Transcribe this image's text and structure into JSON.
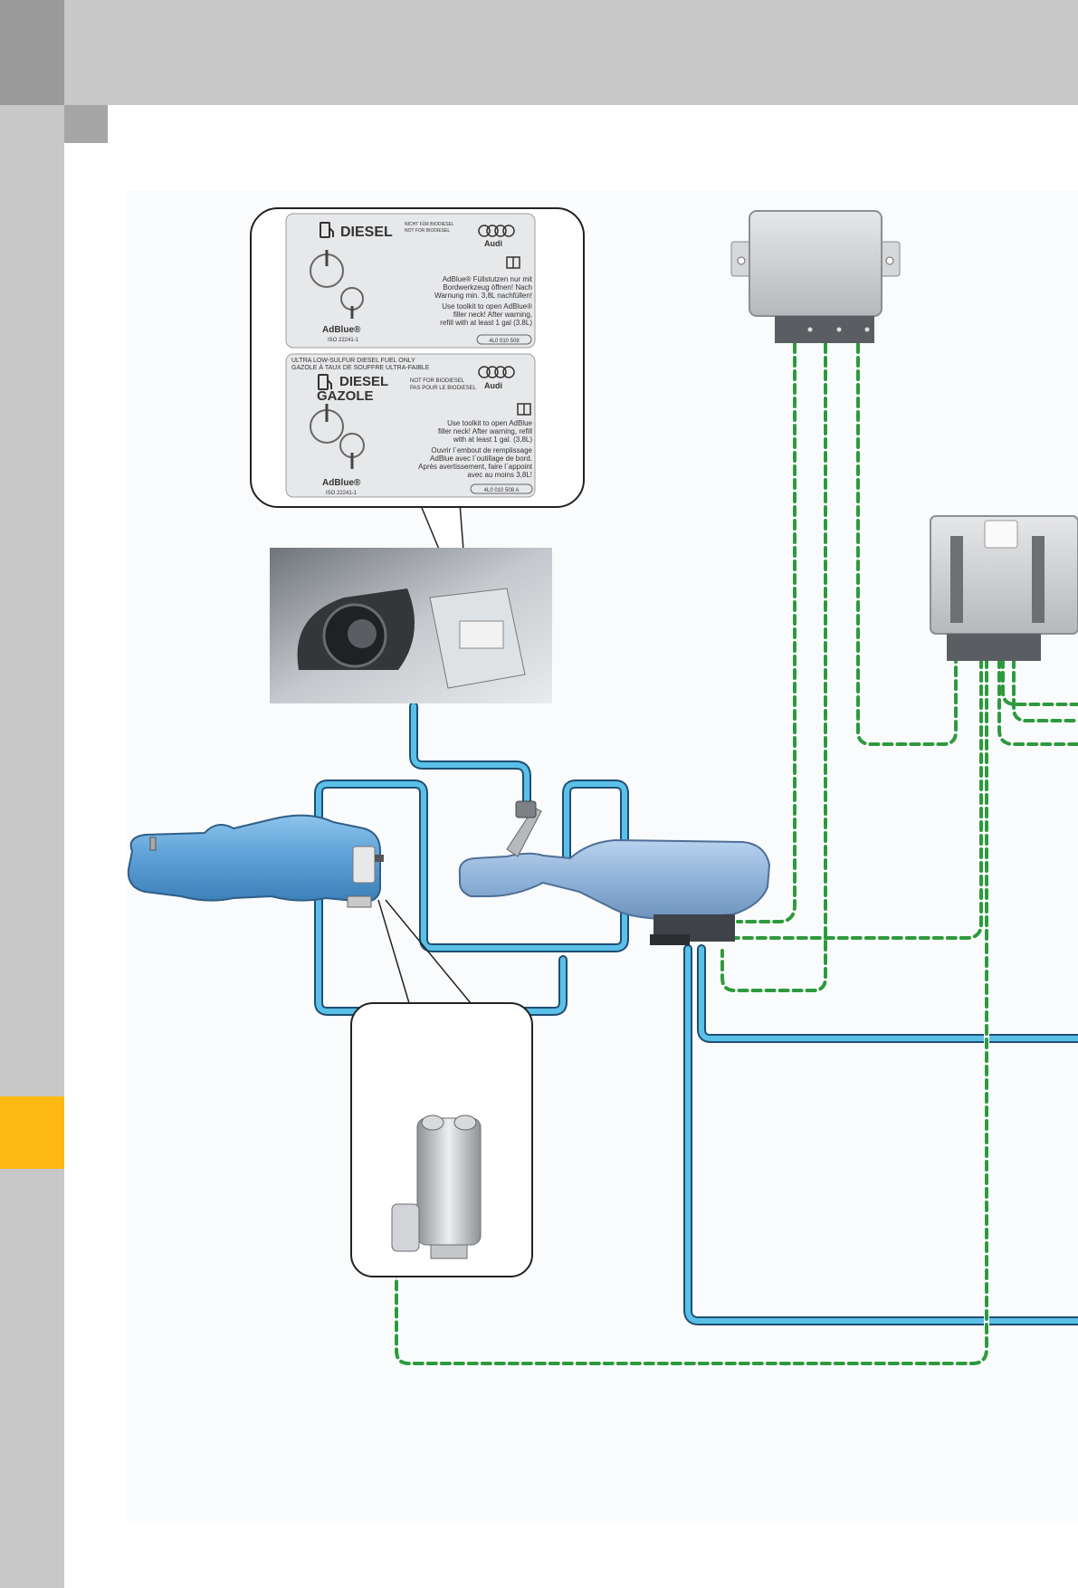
{
  "colors": {
    "side_bar": "#c8c8c8",
    "top_bar": "#c8c8c8",
    "corner_block": "#9a9a9a",
    "accent_tab": "#fdb813",
    "fluid_line": "#5bc0e8",
    "signal_line": "#2e9a3e",
    "tank_blue": "#5b9fd6",
    "reservoir_blue": "#8fb3d9"
  },
  "label_top": {
    "diesel": "DIESEL",
    "note_line1": "NICHT FÜR BIODIESEL",
    "note_line2": "NOT FOR BIODIESEL",
    "brand": "Audi",
    "text_line1": "AdBlue® Füllstutzen nur mit",
    "text_line2": "Bordwerkzeug öffnen! Nach",
    "text_line3": "Warnung min. 3,8L nachfüllen!",
    "text_line4": "Use toolkit to open AdBlue®",
    "text_line5": "filler neck! After warning,",
    "text_line6": "refill with at least 1 gal (3.8L)",
    "adblue": "AdBlue®",
    "iso": "ISO 22241-1",
    "part_number": "4L0 010 508"
  },
  "label_bottom": {
    "header_line1": "ULTRA LOW-SULFUR DIESEL FUEL ONLY",
    "header_line2": "GAZOLE À TAUX DE SOUFFRE ULTRA-FAIBLE",
    "diesel": "DIESEL",
    "gazole": "GAZOLE",
    "note_line1": "NOT FOR BIODIESEL",
    "note_line2": "PAS POUR LE BIODIESEL",
    "brand": "Audi",
    "text_line1": "Use toolkit to open AdBlue",
    "text_line2": "filler neck! After warning, refill",
    "text_line3": "with at least 1 gal. (3,8L)",
    "text_line4": "Ouvrir l´embout de remplissage",
    "text_line5": "AdBlue avec l´outillage de bord.",
    "text_line6": "Après avertissement, faire l´appoint",
    "text_line7": "avec au moins 3,8L!",
    "adblue": "AdBlue®",
    "iso": "ISO 22241-1",
    "part_number": "4L0 010 508 A"
  },
  "icons": {
    "fuel_pump": "fuel-pump-icon",
    "manual": "manual-book-icon",
    "audi_rings": "audi-rings-logo"
  }
}
